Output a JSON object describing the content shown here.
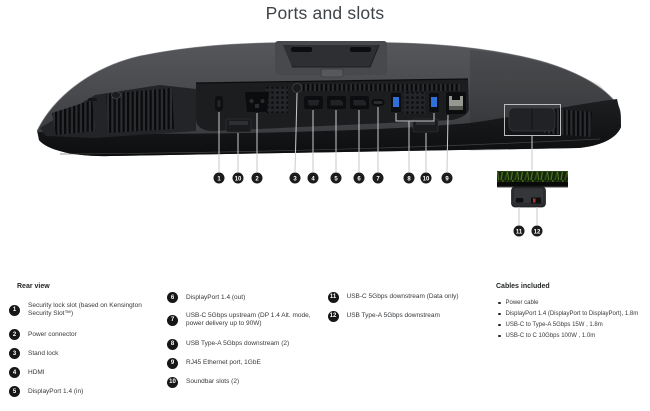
{
  "page": {
    "title": "Ports and slots"
  },
  "diagram": {
    "callouts": [
      "1",
      "10",
      "2",
      "3",
      "4",
      "5",
      "6",
      "7",
      "8",
      "10",
      "9"
    ],
    "inset_callouts": [
      "11",
      "12"
    ]
  },
  "legend": {
    "rear_view": {
      "heading": "Rear view",
      "col1": [
        {
          "num": "1",
          "label": "Security lock slot (based on Kensington Security Slot™)"
        },
        {
          "num": "2",
          "label": "Power connector"
        },
        {
          "num": "3",
          "label": "Stand lock"
        },
        {
          "num": "4",
          "label": "HDMI"
        },
        {
          "num": "5",
          "label": "DisplayPort 1.4 (in)"
        }
      ],
      "col2": [
        {
          "num": "6",
          "label": "DisplayPort 1.4 (out)"
        },
        {
          "num": "7",
          "label": "USB-C 5Gbps upstream (DP 1.4 Alt. mode, power delivery up to 90W)"
        },
        {
          "num": "8",
          "label": "USB Type-A 5Gbps downstream (2)"
        },
        {
          "num": "9",
          "label": "RJ45 Ethernet port, 1GbE"
        },
        {
          "num": "10",
          "label": "Soundbar slots (2)"
        }
      ],
      "col3": [
        {
          "num": "11",
          "label": "USB-C 5Gbps downstream (Data only)"
        },
        {
          "num": "12",
          "label": "USB Type-A 5Gbps downstream"
        }
      ]
    },
    "cables": {
      "heading": "Cables included",
      "items": [
        "Power cable",
        "DisplayPort 1.4 (DisplayPort to DisplayPort), 1.8m",
        "USB-C to Type-A 5Gbps 15W , 1.8m",
        "USB-C to C 10Gbps 100W , 1.0m"
      ]
    }
  },
  "colors": {
    "usb_blue": "#2e6fd9",
    "accent_red": "#a83a2c",
    "grass_green": "#4d7a1f",
    "callout_line": "#c9cacc"
  }
}
